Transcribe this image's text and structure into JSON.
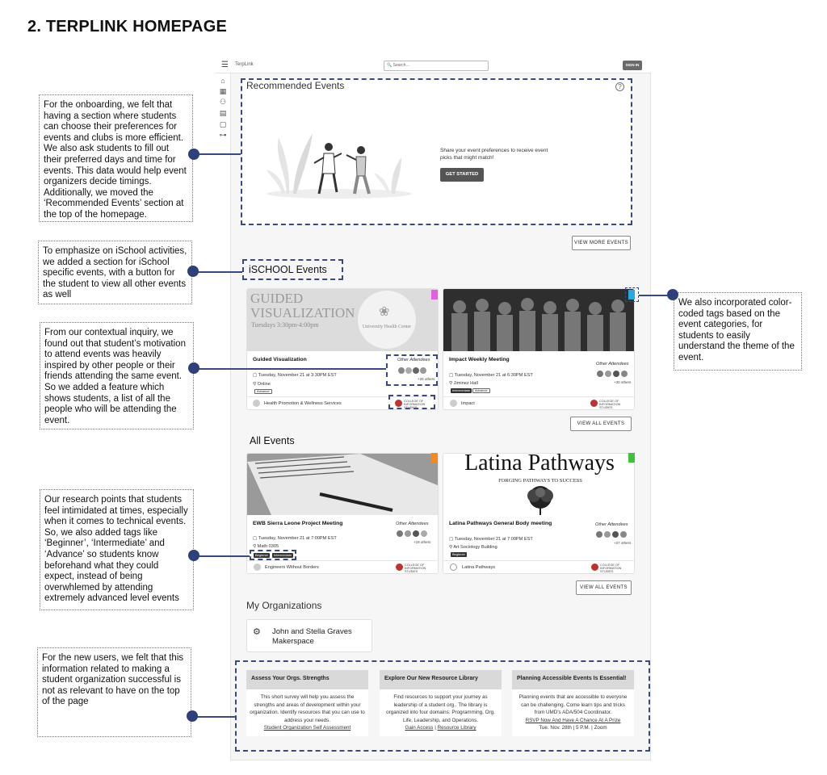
{
  "heading": "2. TERPLINK HOMEPAGE",
  "annotations": {
    "onboarding": "For the onboarding, we felt that having a section where students can choose their preferences for events and clubs is more efficient. We also ask students to fill out their preferred days and time for events. This data would help event organizers decide timings. Additionally, we moved the ‘Recommended Events’ section at the top of the homepage.",
    "ischool": "To emphasize on iSchool activities, we added a section for iSchool specific events, with a button for the student to view all other events as well",
    "attendees": "From our contextual inquiry, we found out that student’s motivation to attend events was heavily inspired by other people or their friends attending the same event. So we added a feature which shows students, a list of all the people who will be attending the event.",
    "tags": "Our research points that students feel intimidated at times, especially when it comes to technical events. So, we also added tags like ‘Beginner’, ‘Intermediate’ and ‘Advance’ so students know beforehand what they could expect, instead of being overwhlemed by attending extremely advanced level events",
    "new_users": "For the new users, we felt that this information related to making a student organization successful is not as relevant to have on the top of the page",
    "color_tags": "We also incorporated color-coded tags based on the event categories, for students to easily understand the theme of the event."
  },
  "app": {
    "brand": "TerpLink",
    "search_placeholder": "Search...",
    "sign_in": "SIGN IN",
    "sidebar_icons": [
      "home-icon",
      "calendar-icon",
      "people-icon",
      "document-icon",
      "file-icon",
      "org-chart-icon"
    ],
    "recommended": {
      "title": "Recommended Events",
      "prompt": "Share your event preferences to receive event picks that might match!",
      "button": "GET STARTED",
      "view_more": "VIEW MORE EVENTS"
    },
    "ischool_title": "iSCHOOL Events",
    "ischool_events": [
      {
        "image_title": "GUIDED VISUALIZATION",
        "image_sub": "Tuesdays 3:30pm-4:00pm",
        "image_org": "University Health Center",
        "title": "Guided Visualization",
        "datetime": "Tuesday, November 21 at 3:30PM EST",
        "location": "Online",
        "tags": [
          "Advance"
        ],
        "attendees_label": "Other Attendees",
        "attendees_more": "+25 others",
        "org": "Health Promotion & Wellness Services",
        "college": "COLLEGE OF INFORMATION STUDIES",
        "color": "#e060e0"
      },
      {
        "title": "Impact Weekly Meeting",
        "datetime": "Tuesday, November 21 at 6:30PM EST",
        "location": "Jiminez Hall",
        "tags": [
          "Intermediate",
          "Advance"
        ],
        "attendees_label": "Other Attendees",
        "attendees_more": "+30 others",
        "org": "Impact",
        "college": "COLLEGE OF INFORMATION STUDIES",
        "color": "#2aa8e0"
      }
    ],
    "view_all_1": "VIEW  ALL  EVENTS",
    "all_title": "All Events",
    "all_events": [
      {
        "title": "EWB Sierra Leone Project Meeting",
        "datetime": "Tuesday, November 21 at 7:00PM EST",
        "location": "Math 0305",
        "tags": [
          "Beginner",
          "Intermediate"
        ],
        "attendees_label": "Other Attendees",
        "attendees_more": "+18 others",
        "org": "Engineers Without Borders",
        "college": "COLLEGE OF INFORMATION STUDIES",
        "color": "#f08a24"
      },
      {
        "image_title": "Latina Pathways",
        "image_sub": "FORGING PATHWAYS TO SUCCESS",
        "title": "Latina Pathways General Body meeting",
        "datetime": "Tuesday, November 21 at 7:00PM EST",
        "location": "Art Sociology Building",
        "tags": [
          "Beginner"
        ],
        "attendees_label": "Other Attendees",
        "attendees_more": "+27 others",
        "org": "Latina Pathways",
        "college": "COLLEGE OF INFORMATION STUDIES",
        "color": "#40c040"
      }
    ],
    "view_all_2": "VIEW  ALL  EVENTS",
    "my_orgs_title": "My Organizations",
    "my_org": "John and Stella Graves Makerspace",
    "info": [
      {
        "head": "Assess Your Orgs. Strengths",
        "body": "This short survey will help you assess the strengths and areas of development within your organization. Identify resources that you can use to address your needs.",
        "link1": "Student Organization Self Assessment"
      },
      {
        "head": "Explore Our New Resource Library",
        "body": "Find resources to support your journey as leadership of a student org.. The library is organized into four domains: Programming, Org. Life, Leadership, and Operations.",
        "link1": "Gain Access",
        "sep": "|",
        "link2": "Resource Library"
      },
      {
        "head": "Planning Accessible Events Is Essential!",
        "body": "Planning events that are accessible to everyone can be challenging. Come learn tips and tricks from UMD's ADA/504 Coordinator.",
        "link1": "RSVP Now And Have A Chance At A Prize",
        "footer": "Tue. Nov. 28th | 5 P.M. | Zoom"
      }
    ]
  }
}
